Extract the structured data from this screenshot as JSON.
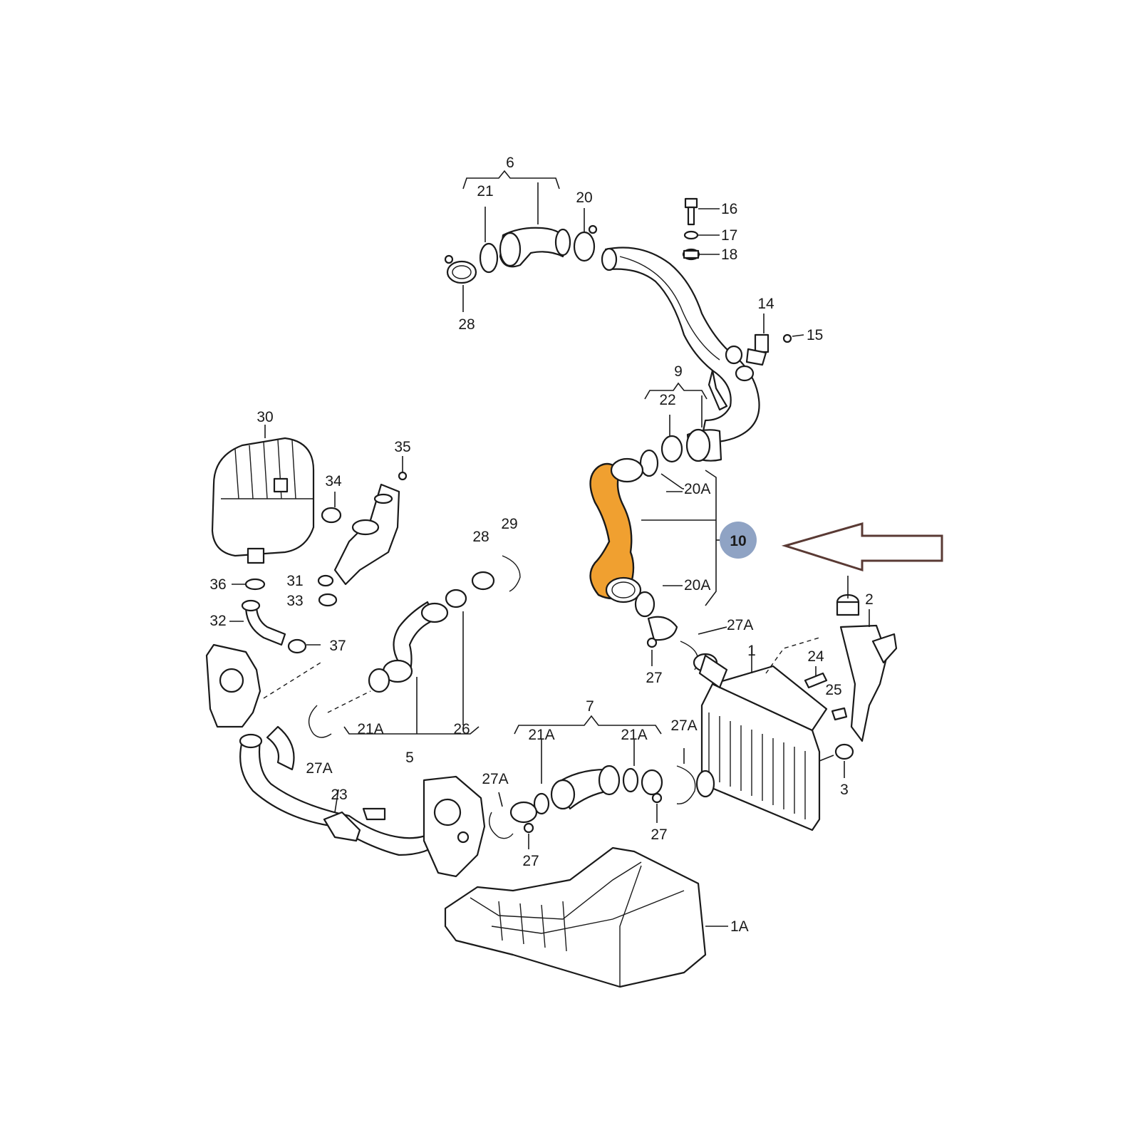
{
  "diagram": {
    "highlight_color": "#f0a030",
    "badge_color": "#8fa3c4",
    "arrow_color": "#5a3a34",
    "highlighted_part": "10",
    "labels": {
      "l6": "6",
      "l21a": "21",
      "l20a": "20",
      "l28a": "28",
      "l16": "16",
      "l17": "17",
      "l18": "18",
      "l14": "14",
      "l15": "15",
      "l9": "9",
      "l22": "22",
      "l20A_top": "20A",
      "l10": "10",
      "l20A_bot": "20A",
      "l27A_r": "27A",
      "l27_r": "27",
      "l30": "30",
      "l35": "35",
      "l34": "34",
      "l36": "36",
      "l31": "31",
      "l33": "33",
      "l32": "32",
      "l37": "37",
      "l28b": "28",
      "l29": "29",
      "l21A_l": "21A",
      "l26": "26",
      "l5": "5",
      "l27A_l": "27A",
      "l23": "23",
      "l7": "7",
      "l21A_m1": "21A",
      "l21A_m2": "21A",
      "l27A_m": "27A",
      "l27A_c": "27A",
      "l27_m": "27",
      "l27_c": "27",
      "l1": "1",
      "l2": "2",
      "l24": "24",
      "l25": "25",
      "l3": "3",
      "l1A": "1A"
    }
  }
}
